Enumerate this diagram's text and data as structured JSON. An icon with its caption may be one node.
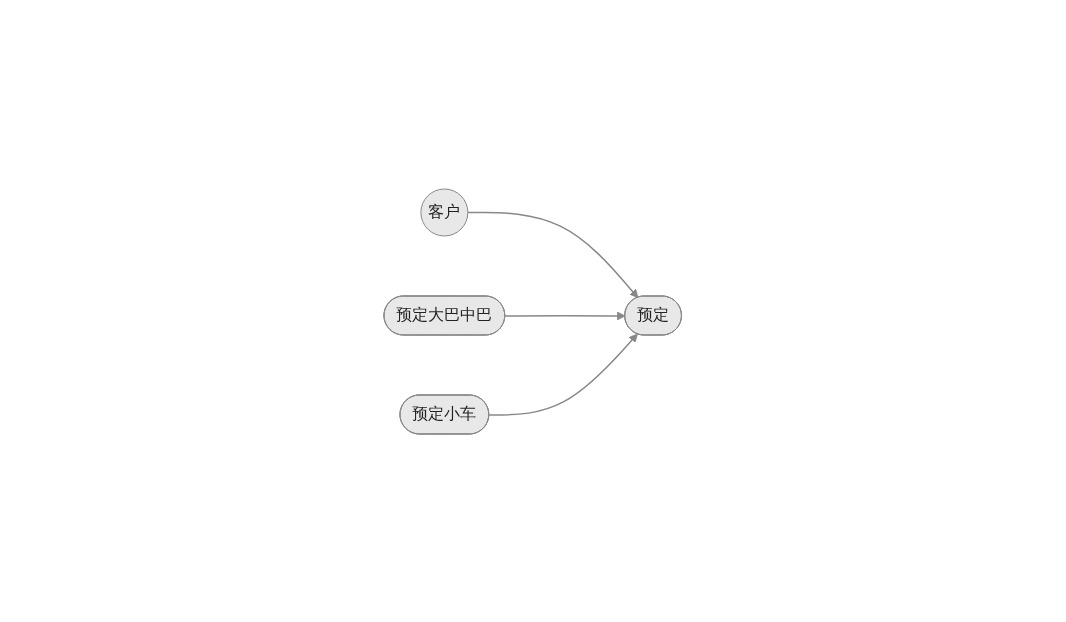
{
  "diagram": {
    "nodes": [
      {
        "text": [
          "客户"
        ]
      },
      {
        "text": [
          "预定"
        ]
      },
      {
        "text": [
          "预定大巴中巴"
        ]
      },
      {
        "text": [
          "预定小车"
        ]
      }
    ],
    "edges": [
      {
        "from": 0,
        "to": 1,
        "arrow": "to"
      },
      {
        "from": 2,
        "to": 1,
        "arrow": "to"
      },
      {
        "from": 3,
        "to": 1,
        "arrow": "to"
      }
    ]
  }
}
